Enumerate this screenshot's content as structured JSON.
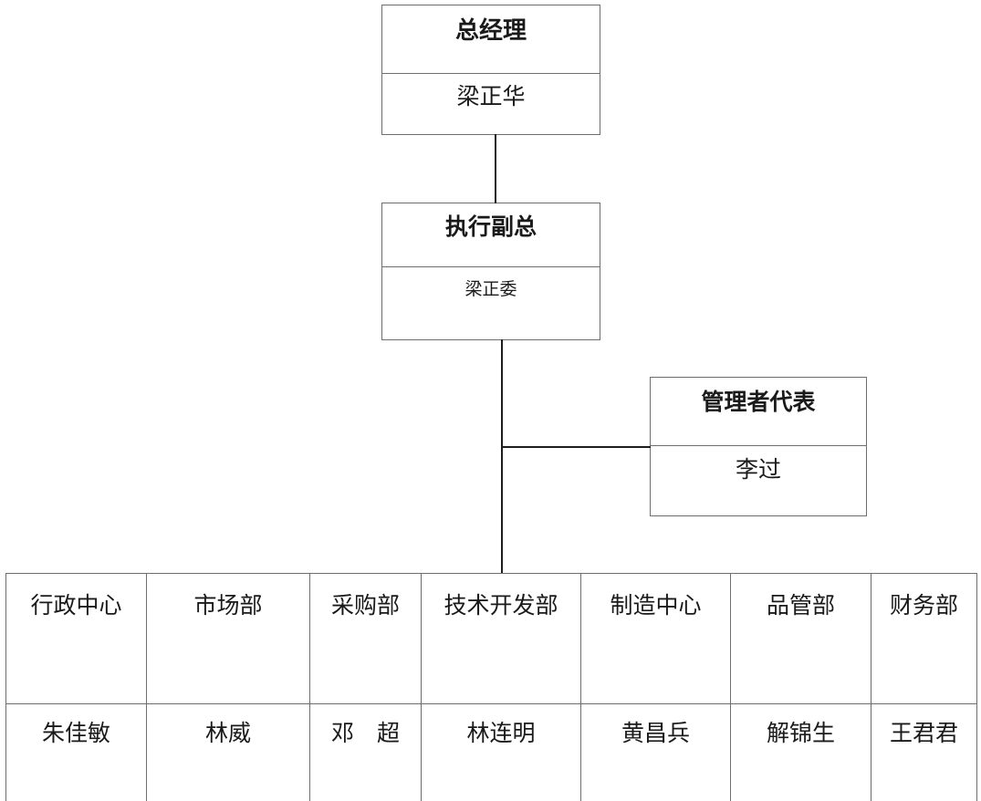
{
  "chart": {
    "type": "org-chart",
    "title": "",
    "nodes": [
      {
        "id": "gm",
        "title": "总经理",
        "name": "梁正华"
      },
      {
        "id": "evp",
        "title": "执行副总",
        "name": "梁正委"
      },
      {
        "id": "mr",
        "title": "管理者代表",
        "name": "李过"
      }
    ],
    "departments": [
      {
        "name": "行政中心",
        "lead": "朱佳敏"
      },
      {
        "name": "市场部",
        "lead": "林威"
      },
      {
        "name": "采购部",
        "lead": "邓　超"
      },
      {
        "name": "技术开发部",
        "lead": "林连明"
      },
      {
        "name": "制造中心",
        "lead": "黄昌兵"
      },
      {
        "name": "品管部",
        "lead": "解锦生"
      },
      {
        "name": "财务部",
        "lead": "王君君"
      }
    ],
    "connections": [
      {
        "from": "gm",
        "to": "evp"
      },
      {
        "from": "evp",
        "to": "mr"
      },
      {
        "from": "evp",
        "to": "departments"
      }
    ],
    "colors": {
      "box_border": "#6e6e6e",
      "connector": "#1d1d1d",
      "background": "#ffffff",
      "text": "#1a1a1a"
    }
  }
}
